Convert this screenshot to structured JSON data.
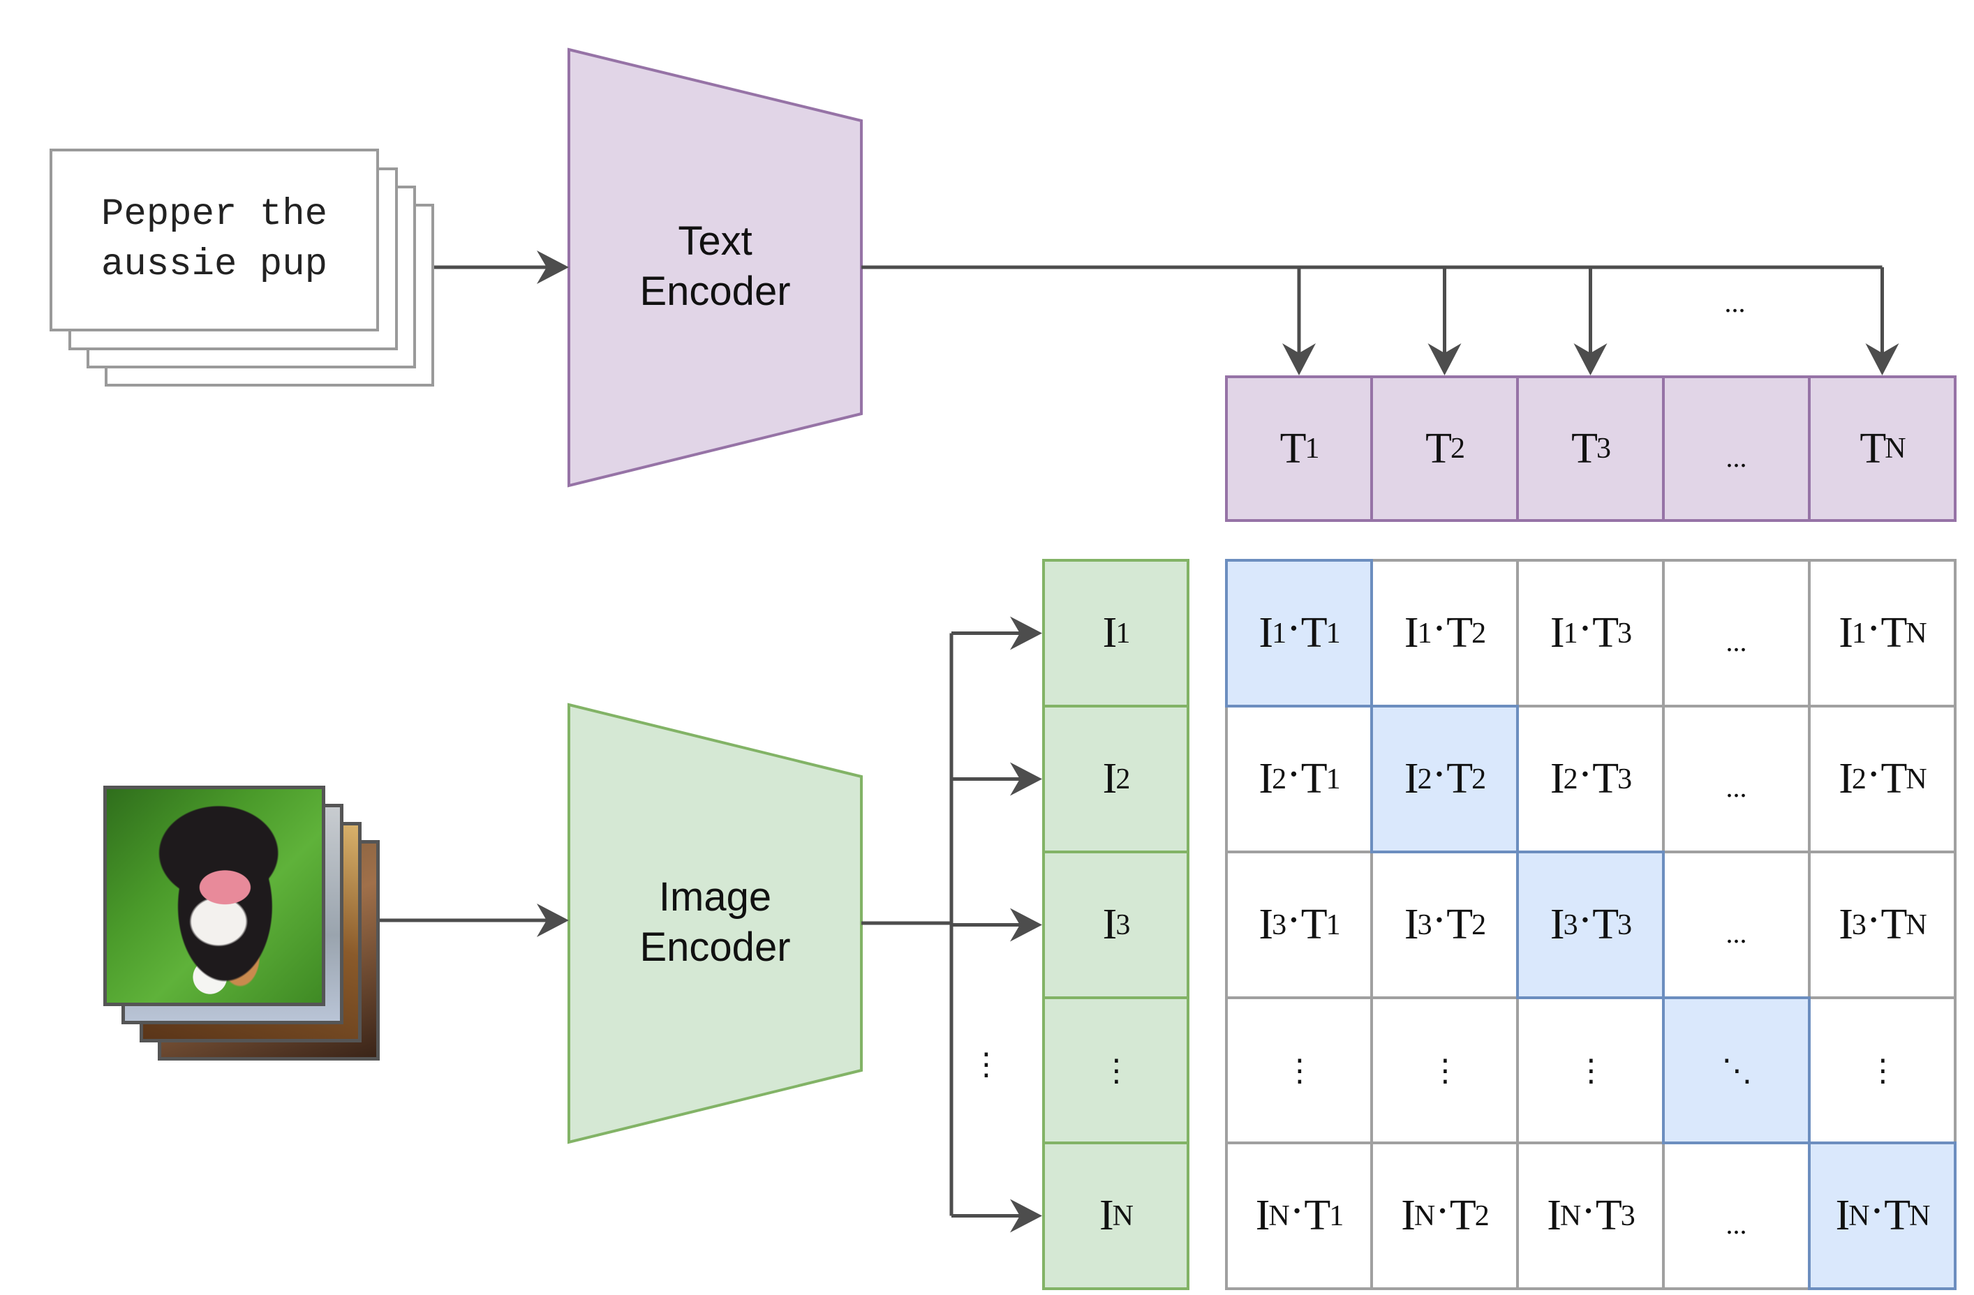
{
  "diagram": {
    "title": "CLIP contrastive pre-training",
    "text_input": {
      "caption": "Pepper the\naussie pup",
      "stack_count": 4
    },
    "image_input": {
      "description": "photo of an Australian Shepherd puppy sitting on grass",
      "stack_count": 4
    },
    "text_encoder": {
      "label": "Text\nEncoder",
      "fill": "#e1d5e7",
      "stroke": "#9673a6"
    },
    "image_encoder": {
      "label": "Image\nEncoder",
      "fill": "#d5e8d4",
      "stroke": "#82b366"
    },
    "text_embeddings": {
      "fill": "#e1d5e7",
      "stroke": "#9673a6",
      "arrows_gap_label": "...",
      "cells": [
        {
          "base": "T",
          "sub": "1"
        },
        {
          "base": "T",
          "sub": "2"
        },
        {
          "base": "T",
          "sub": "3"
        },
        {
          "ellipsis": "..."
        },
        {
          "base": "T",
          "sub": "N"
        }
      ]
    },
    "image_embeddings": {
      "fill": "#d5e8d4",
      "stroke": "#82b366",
      "arrows_gap_label": "⋮",
      "cells": [
        {
          "base": "I",
          "sub": "1"
        },
        {
          "base": "I",
          "sub": "2"
        },
        {
          "base": "I",
          "sub": "3"
        },
        {
          "vdots": "⋮"
        },
        {
          "base": "I",
          "sub": "N"
        }
      ]
    },
    "similarity_matrix": {
      "diag_fill": "#dae8fc",
      "diag_stroke": "#6c8ebf",
      "grid_stroke": "#a0a0a0",
      "rows": [
        [
          {
            "i": "1",
            "t": "1",
            "diag": true
          },
          {
            "i": "1",
            "t": "2"
          },
          {
            "i": "1",
            "t": "3"
          },
          {
            "ellipsis": "..."
          },
          {
            "i": "1",
            "t": "N"
          }
        ],
        [
          {
            "i": "2",
            "t": "1"
          },
          {
            "i": "2",
            "t": "2",
            "diag": true
          },
          {
            "i": "2",
            "t": "3"
          },
          {
            "ellipsis": "..."
          },
          {
            "i": "2",
            "t": "N"
          }
        ],
        [
          {
            "i": "3",
            "t": "1"
          },
          {
            "i": "3",
            "t": "2"
          },
          {
            "i": "3",
            "t": "3",
            "diag": true
          },
          {
            "ellipsis": "..."
          },
          {
            "i": "3",
            "t": "N"
          }
        ],
        [
          {
            "vdots": "⋮"
          },
          {
            "vdots": "⋮"
          },
          {
            "vdots": "⋮"
          },
          {
            "ddots": "⋱",
            "diag": true
          },
          {
            "vdots": "⋮"
          }
        ],
        [
          {
            "i": "N",
            "t": "1"
          },
          {
            "i": "N",
            "t": "2"
          },
          {
            "i": "N",
            "t": "3"
          },
          {
            "ellipsis": "..."
          },
          {
            "i": "N",
            "t": "N",
            "diag": true
          }
        ]
      ]
    },
    "arrow_color": "#4d4d4d"
  }
}
